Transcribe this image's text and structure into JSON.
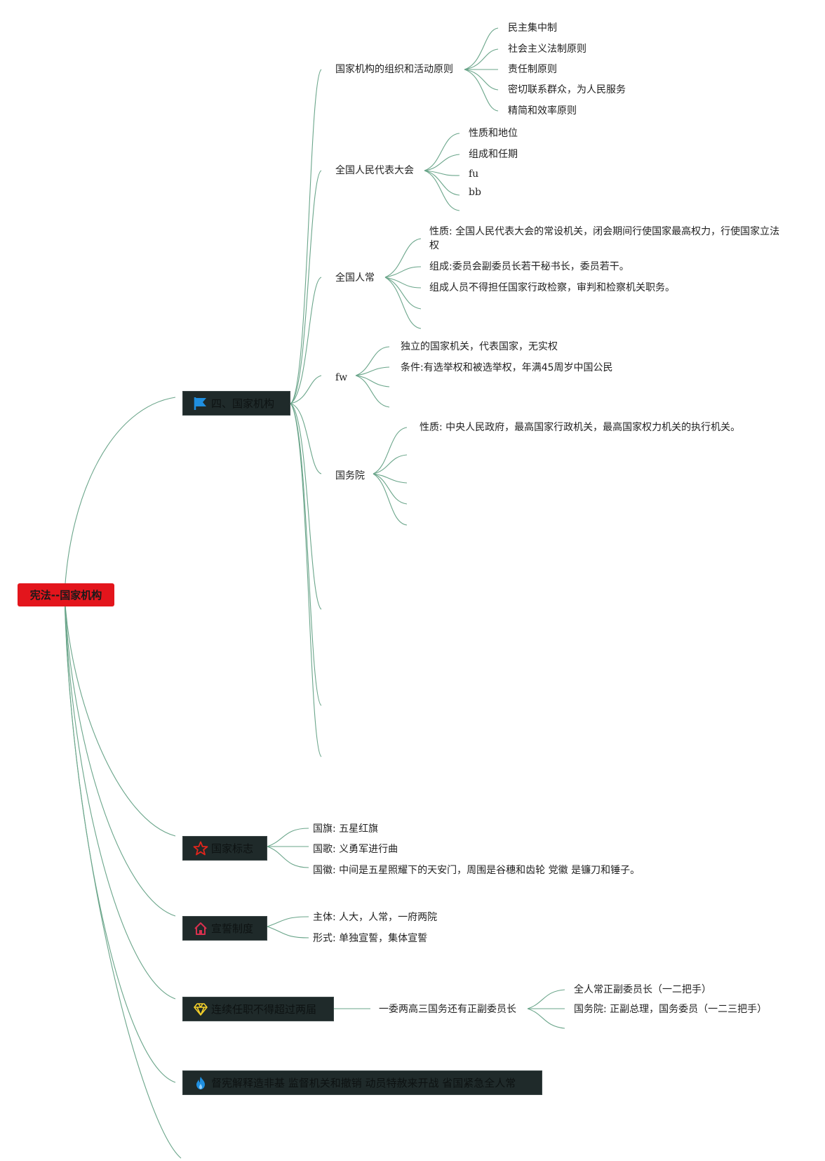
{
  "root": {
    "label": "宪法--国家机构"
  },
  "branch_jigou": {
    "label": "四、国家机构",
    "icon": "flag-icon",
    "children": {
      "yuanze": {
        "label": "国家机构的组织和活动原则",
        "items": [
          "民主集中制",
          "社会主义法制原则",
          "责任制原则",
          "密切联系群众，为人民服务",
          "精简和效率原则"
        ]
      },
      "renda": {
        "label": "全国人民代表大会",
        "items": [
          "性质和地位",
          "组成和任期",
          "fu",
          "bb"
        ]
      },
      "renchang": {
        "label": "全国人常",
        "items": [
          "性质: 全国人民代表大会的常设机关，闭会期间行使国家最高权力，行使国家立法权",
          "组成:委员会副委员长若干秘书长，委员若干。",
          "组成人员不得担任国家行政检察，审判和检察机关职务。"
        ]
      },
      "fw": {
        "label": "fw",
        "items": [
          "独立的国家机关，代表国家，无实权",
          "条件:有选举权和被选举权，年满45周岁中国公民"
        ]
      },
      "guowuyuan": {
        "label": "国务院",
        "items": [
          "性质: 中央人民政府，最高国家行政机关，最高国家权力机关的执行机关。"
        ]
      }
    }
  },
  "branch_biaozhi": {
    "label": "国家标志",
    "icon": "star-icon",
    "items": [
      "国旗: 五星红旗",
      "国歌: 义勇军进行曲",
      "国徽: 中间是五星照耀下的天安门，周围是谷穗和齿轮 党徽 是镰刀和锤子。"
    ]
  },
  "branch_xuanshi": {
    "label": "宣誓制度",
    "icon": "home-icon",
    "items": [
      "主体: 人大，人常，一府两院",
      "形式: 单独宣誓，集体宣誓"
    ]
  },
  "branch_lianxu": {
    "label": "连续任职不得超过两届",
    "icon": "diamond-icon",
    "child": "一委两高三国务还有正副委员长",
    "items": [
      "全人常正副委员长（一二把手）",
      "国务院: 正副总理，国务委员（一二三把手）"
    ]
  },
  "branch_duxian": {
    "label": "督宪解释造非基 监督机关和撤销 动员特赦来开战 省国紧急全人常",
    "icon": "flame-icon"
  },
  "colors": {
    "edge": "#5f9e83",
    "root_bg": "#e3151c",
    "branch_bg": "#1f2a2a"
  }
}
